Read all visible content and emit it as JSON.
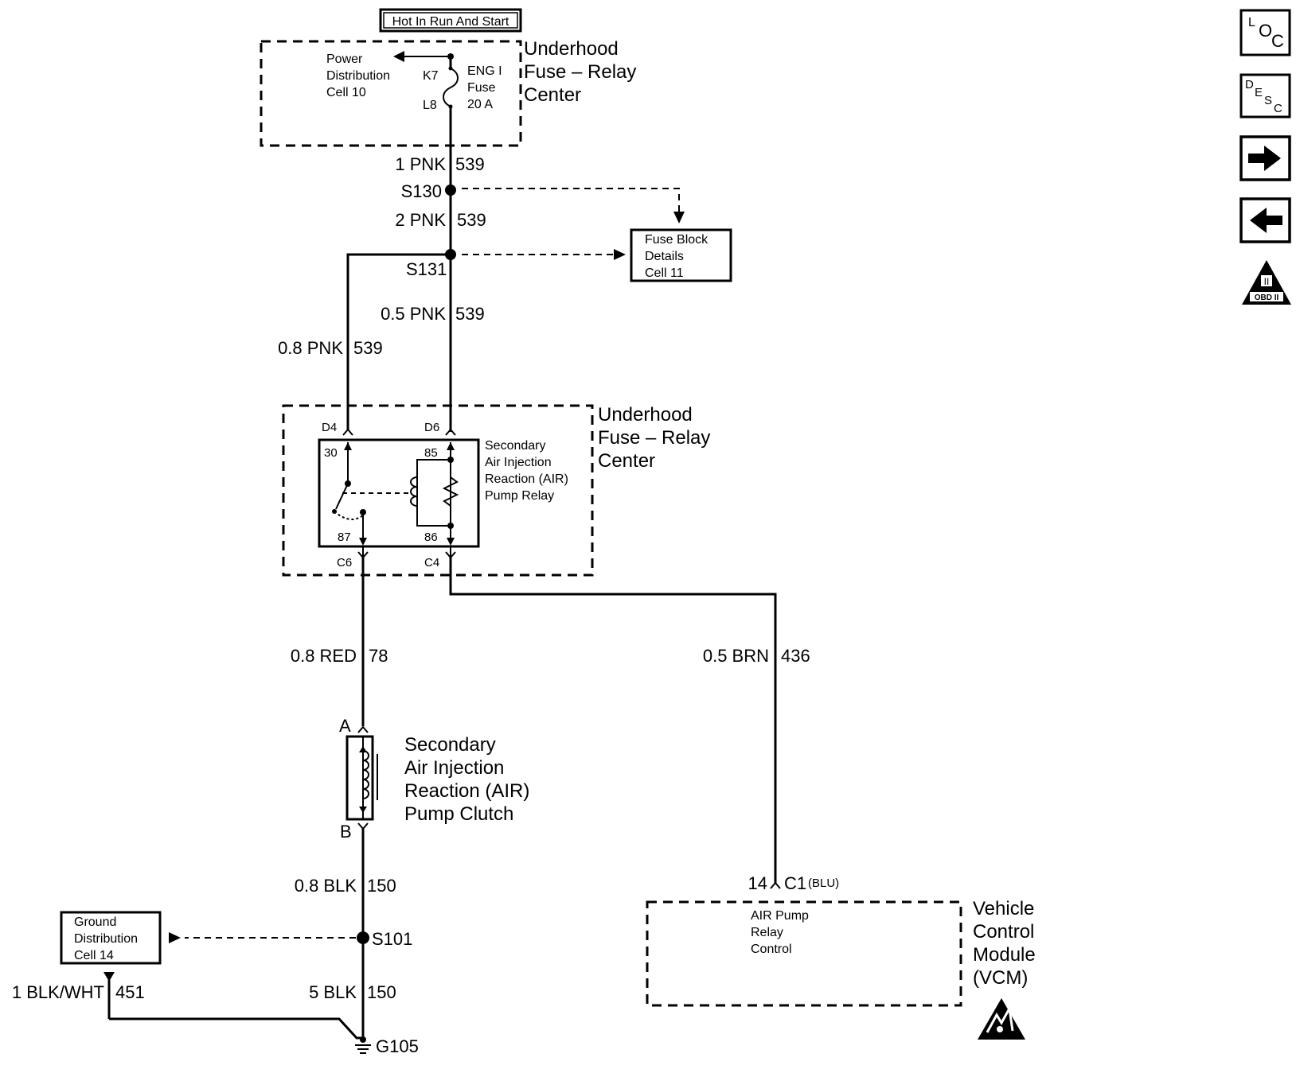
{
  "top_banner": "Hot In Run And Start",
  "fuse_relay_center_top": [
    "Underhood",
    "Fuse – Relay",
    "Center"
  ],
  "power_distribution": [
    "Power",
    "Distribution",
    "Cell 10"
  ],
  "fuse": {
    "pin_top": "K7",
    "pin_bottom": "L8",
    "lines": [
      "ENG I",
      "Fuse",
      "20 A"
    ]
  },
  "wires": {
    "w1_color": "1 PNK",
    "w1_circuit": "539",
    "w2_color": "2 PNK",
    "w2_circuit": "539",
    "w3_color": "0.5 PNK",
    "w3_circuit": "539",
    "w4_color": "0.8 PNK",
    "w4_circuit": "539",
    "w5_color": "0.8 RED",
    "w5_circuit": "78",
    "w6_color": "0.5 BRN",
    "w6_circuit": "436",
    "w7_color": "0.8 BLK",
    "w7_circuit": "150",
    "w8_color": "5 BLK",
    "w8_circuit": "150",
    "w9_color": "1 BLK/WHT",
    "w9_circuit": "451"
  },
  "splices": {
    "s130": "S130",
    "s131": "S131",
    "s101": "S101"
  },
  "fuse_block_details": [
    "Fuse Block",
    "Details",
    "Cell 11"
  ],
  "fuse_relay_center_mid": [
    "Underhood",
    "Fuse – Relay",
    "Center"
  ],
  "relay": {
    "terminals": {
      "d4": "D4",
      "d6": "D6",
      "c6": "C6",
      "c4": "C4",
      "t30": "30",
      "t85": "85",
      "t87": "87",
      "t86": "86"
    },
    "name": [
      "Secondary",
      "Air Injection",
      "Reaction (AIR)",
      "Pump Relay"
    ]
  },
  "clutch": {
    "pin_a": "A",
    "pin_b": "B",
    "name": [
      "Secondary",
      "Air Injection",
      "Reaction (AIR)",
      "Pump Clutch"
    ]
  },
  "ground_distribution": [
    "Ground",
    "Distribution",
    "Cell 14"
  ],
  "ground": "G105",
  "vcm": {
    "connector_pin": "14",
    "connector": "C1",
    "connector_color": "(BLU)",
    "function": [
      "AIR Pump",
      "Relay",
      "Control"
    ],
    "name": [
      "Vehicle",
      "Control",
      "Module",
      "(VCM)"
    ]
  },
  "nav": {
    "loc": [
      "L",
      "O",
      "C"
    ],
    "desc": [
      "D",
      "E",
      "S",
      "C"
    ],
    "obd": "OBD II",
    "obd_numeral": "II"
  }
}
